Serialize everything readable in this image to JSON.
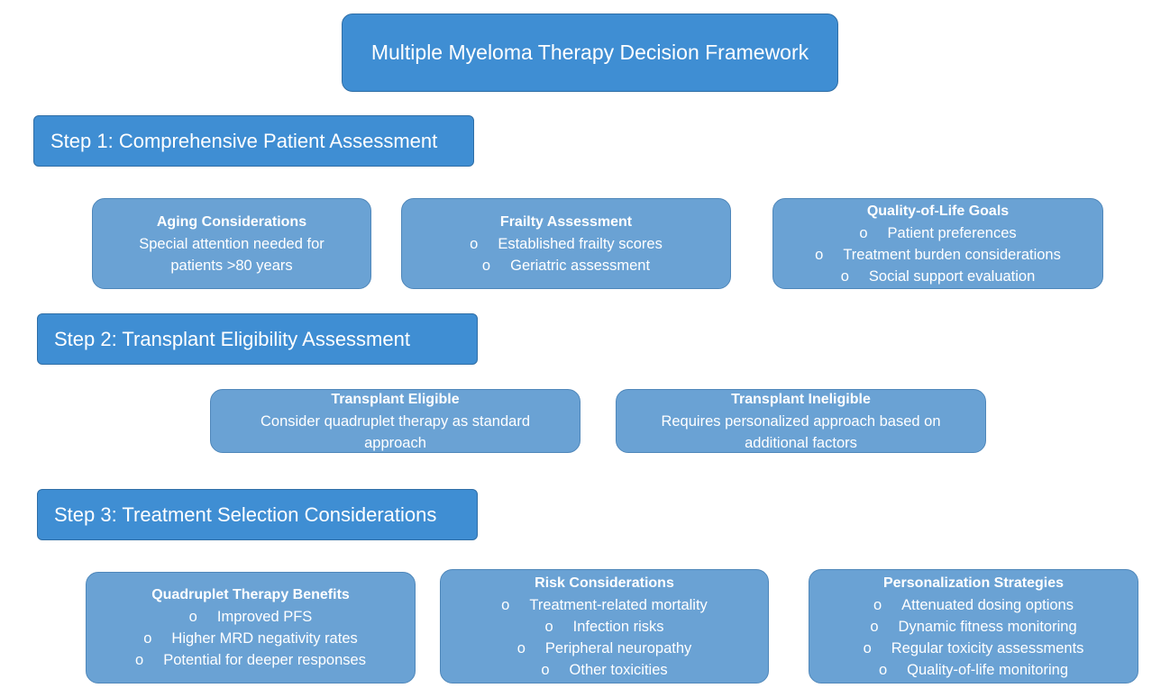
{
  "title": "Multiple Myeloma Therapy Decision Framework",
  "steps": [
    {
      "label": "Step 1: Comprehensive Patient Assessment"
    },
    {
      "label": "Step 2: Transplant Eligibility Assessment"
    },
    {
      "label": "Step 3: Treatment Selection Considerations"
    }
  ],
  "bullet_glyph": "o",
  "step1_cards": [
    {
      "heading": "Aging Considerations",
      "lines": [
        "Special attention needed for",
        "patients >80 years"
      ]
    },
    {
      "heading": "Frailty Assessment",
      "items": [
        "Established frailty scores",
        "Geriatric assessment"
      ]
    },
    {
      "heading": "Quality-of-Life Goals",
      "items": [
        "Patient preferences",
        "Treatment burden considerations",
        "Social support evaluation"
      ]
    }
  ],
  "step2_cards": [
    {
      "heading": "Transplant Eligible",
      "lines": [
        "Consider quadruplet therapy as standard",
        "approach"
      ]
    },
    {
      "heading": "Transplant Ineligible",
      "lines": [
        "Requires personalized approach based on",
        "additional factors"
      ]
    }
  ],
  "step3_cards": [
    {
      "heading": "Quadruplet Therapy Benefits",
      "items": [
        "Improved PFS",
        "Higher MRD negativity rates",
        "Potential for deeper responses"
      ]
    },
    {
      "heading": "Risk Considerations",
      "items": [
        "Treatment-related mortality",
        "Infection risks",
        "Peripheral neuropathy",
        "Other toxicities"
      ]
    },
    {
      "heading": "Personalization Strategies",
      "items": [
        "Attenuated dosing options",
        "Dynamic fitness monitoring",
        "Regular toxicity assessments",
        "Quality-of-life monitoring"
      ]
    }
  ]
}
